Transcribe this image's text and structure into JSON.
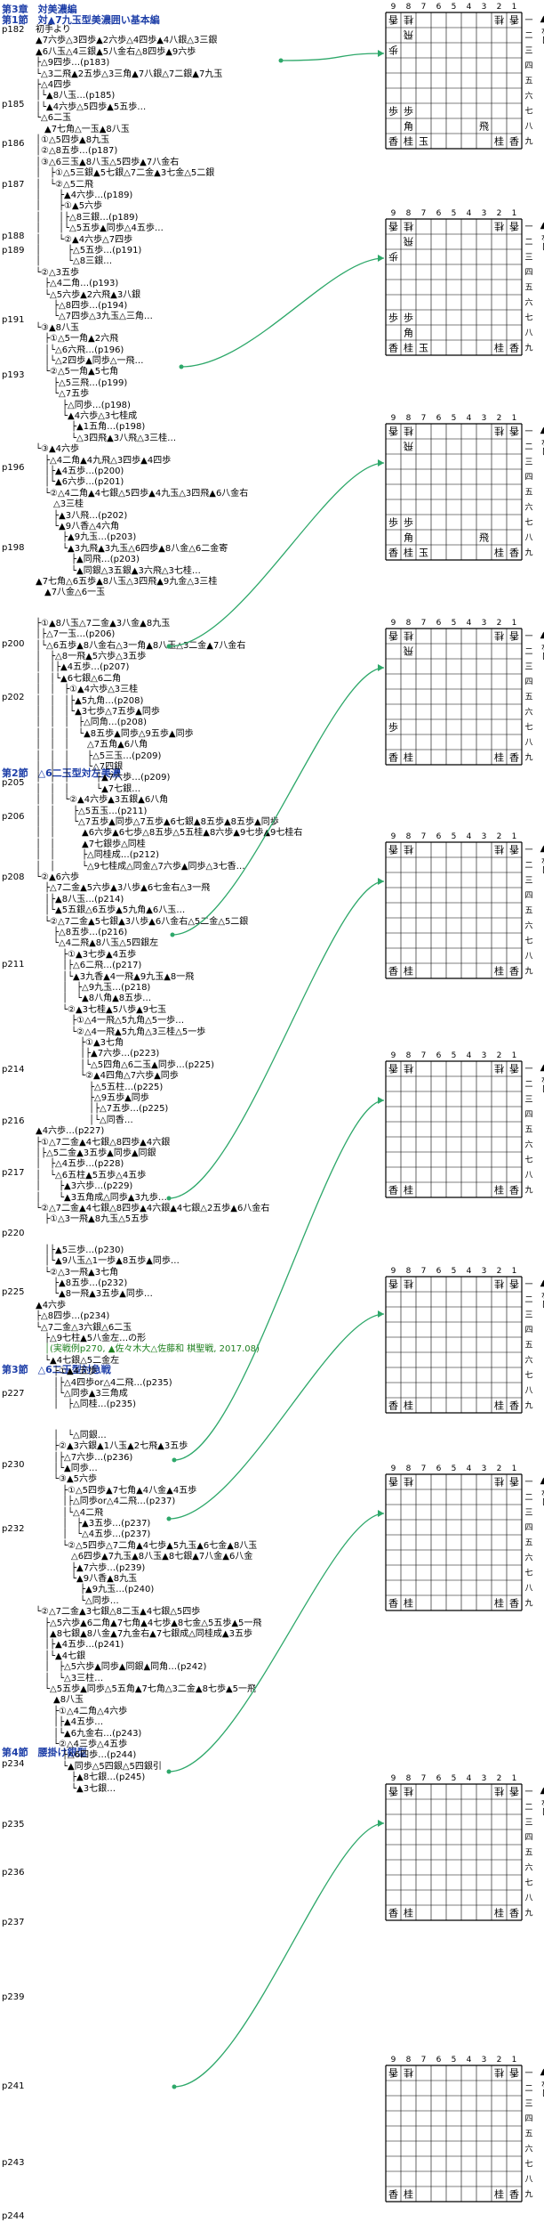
{
  "sections": [
    {
      "id": "s3-1a",
      "text": "第3章　対美濃編"
    },
    {
      "id": "s3-1b",
      "text": "第1節　対▲7九玉型美濃囲い基本編"
    },
    {
      "id": "s2",
      "text": "第2節　△6二玉型対左美濃"
    },
    {
      "id": "s3",
      "text": "第3節　△6二玉型対急戦"
    },
    {
      "id": "s4",
      "text": "第4節　腰掛け銀型"
    }
  ],
  "pages": [
    "p182",
    "p185",
    "p186",
    "p187",
    "p188",
    "p189",
    "p191",
    "p193",
    "p196",
    "p198",
    "p200",
    "p202",
    "p205",
    "p206",
    "p208",
    "p211",
    "p214",
    "p216",
    "p217",
    "p220",
    "p225",
    "p227",
    "p230",
    "p232",
    "p234",
    "p235",
    "p236",
    "p237",
    "p239",
    "p241",
    "p243",
    "p244"
  ],
  "lines": [
    "初手より",
    "▲7六歩△3四歩▲2六歩△4四歩▲4八銀△3三銀",
    "▲6八玉△4三銀▲5八金右△8四歩▲9六歩",
    "├△9四歩…(p183)",
    "└△3二飛▲2五歩△3三角▲7八銀△7二銀▲7九玉",
    "├△4四歩",
    "│└▲8八玉…(p185)",
    "│└▲4六歩△5四歩▲5五歩…",
    "└△6二玉",
    "　▲7七角△一玉▲8八玉",
    "│①△5四歩▲8九玉",
    "│②△8五歩…(p187)",
    "│③△6三玉▲8八玉△5四歩▲7八金右",
    "│　├①△5三銀▲5七銀△7二金▲3七金△5二銀",
    "│　└②△5二飛",
    "│　　├▲4六歩…(p189)",
    "│　　├①▲5六歩",
    "│　　│├△8三銀…(p189)",
    "│　　│└△5五歩▲同歩△4五歩…",
    "│　　└②▲4六歩△7四歩",
    "│　　　├△5五歩…(p191)",
    "│　　　└△8三銀…",
    "└②△3五歩",
    "　├△4二角…(p193)",
    "　└△5六歩▲2六飛▲3八銀",
    "　　├△8四歩…(p194)",
    "　　└△7四歩△3九玉△三角…",
    "└③▲8八玉",
    "　├①△5一角▲2六飛",
    "　│└△6六飛…(p196)",
    "　│└△2四歩▲同歩△一飛…",
    "　└②△5一角▲5七角",
    "　　├△5三飛…(p199)",
    "　　└△7五歩",
    "　　　├△同歩…(p198)",
    "　　　└▲4六歩△3七桂成",
    "　　　　├▲1五角…(p198)",
    "　　　　└△3四飛▲3八飛△3三桂…",
    "└③▲4六歩",
    "　├△4二角▲4九飛△3四歩▲4四歩",
    "　│├▲4五歩…(p200)",
    "　│└▲6六歩…(p201)",
    "　└②△4二角▲4七銀△5四歩▲4九玉△3四飛▲6八金右",
    "　　△3三桂",
    "　　├▲3八飛…(p202)",
    "　　└▲9八香△4六角",
    "　　　├▲9九玉…(p203)",
    "　　　└▲3九飛▲3九玉△6四歩▲8八金△6二金寄",
    "　　　　├▲同飛…(p203)",
    "　　　　└▲同銀△3五銀▲3六飛△3七桂…",
    "▲7七角△6五歩▲8八玉△3四飛▲9九金△3三桂",
    "　▲7八金△6一玉",
    "├①▲8八玉△7二金▲3八金▲8九玉",
    "│├△7一玉…(p206)",
    "│└△6五歩▲8八金右△3一角▲8八玉△3二金▲7八金右",
    "│　├△8一飛▲5六歩△3五歩",
    "│　│├▲4五歩…(p207)",
    "│　│└▲6七銀△6二角",
    "│　│　├①▲4六歩△3三桂",
    "│　│　│├▲5九角…(p208)",
    "│　│　│└▲3七歩△7五歩▲同歩",
    "│　│　│　├△同角…(p208)",
    "│　│　│　└▲8五歩▲同歩△9五歩▲同歩",
    "│　│　│　　△7五角▲6八角",
    "│　│　│　　├△5三玉…(p209)",
    "│　│　│　　└△7四銀",
    "│　│　│　　　├▲7六歩…(p209)",
    "│　│　│　　　└▲7七銀…",
    "│　│　└②▲4六歩▲3五銀▲6八角",
    "│　│　　├△5五玉…(p211)",
    "│　│　　└△7五歩▲同歩△7五歩▲6七銀▲8五歩▲8五歩▲同歩",
    "│　│　　　▲6六歩▲6七歩△8五歩△5五桂▲8六歩▲9七歩▲9七桂右",
    "│　│　　　▲7七銀歩△同桂",
    "│　│　　　├△同桂成…(p212)",
    "│　│　　　└△9七桂成△同金△7六歩▲同歩△3七香…",
    "└②▲6六歩",
    "　├△7二金▲5六歩▲3八歩▲6七金右△3一飛",
    "　│├▲8八玉…(p214)",
    "　│└▲5五銀△6五歩▲5九角▲6八玉…",
    "　└②△7二金▲5七銀▲3八歩▲6八金右△5二金△5二銀",
    "　　├△8五歩…(p216)",
    "　　└△4二飛▲8八玉△5四銀左",
    "　　　├①▲3七歩▲4五歩",
    "　　　│├△6二飛…(p217)",
    "　　　│└▲3九香▲4一飛▲9九玉▲8一飛",
    "　　　│　├△9九玉…(p218)",
    "　　　│　└▲8八角▲8五歩…",
    "　　　└②▲3七桂▲5八歩▲9七玉",
    "　　　　├①△4一飛△5九角△5一歩…",
    "　　　　└②△4一飛▲5九角△3三桂△5一歩",
    "　　　　　├①▲3七角",
    "　　　　　│├▲7六歩…(p223)",
    "　　　　　│└△5四角△6二玉▲同歩…(p225)",
    "　　　　　└②▲4四角△7六歩▲同歩",
    "　　　　　　├△5五柱…(p225)",
    "　　　　　　├△9五歩▲同歩",
    "　　　　　　│├△7五歩…(p225)",
    "　　　　　　│└△同香…",
    "▲4六歩…(p227)",
    "├①△7二金▲4七銀△8四歩▲4六銀",
    "│├△5二金▲3五歩▲同歩▲同銀",
    "│　├△4五歩…(p228)",
    "│　└△6五柱▲5五歩△4五歩",
    "│　　├▲3六歩…(p229)",
    "│　　└▲3五角成△同歩▲3九歩…",
    "└②△7二金▲4七銀△8四歩▲4六銀▲4七銀△2五歩▲6八金右",
    "　├①△3一飛▲8九玉△5五歩",
    "　│├▲5三歩…(p230)",
    "　│└▲9八玉△1一歩▲8五歩▲同歩…",
    "　└②△3一飛▲3七角",
    "　　├▲8五歩…(p232)",
    "　　└▲8一飛▲3五歩▲同歩…",
    "▲4六歩",
    "├△8四歩…(p234)",
    "└△7二金△3六銀△6二玉",
    "　├△9七柱▲5八金左…の形",
    "　│(実戦例p270, ▲佐々木大△佐藤和 棋聖戦, 2017.08)",
    "　└▲4七銀△5二金左",
    "　　├①▲4五歩",
    "　　│├△4四歩or△4二飛…(p235)",
    "　　│└△同歩▲3三角成",
    "　　│　├△同桂…(p235)",
    "　　│　└△同銀…",
    "　　├②▲3六銀▲1八玉▲2七飛▲3五歩",
    "　　│├△7六歩…(p236)",
    "　　│└▲同歩…",
    "　　└③▲5六歩",
    "　　　├①△5四歩▲7七角▲4八金▲4五歩",
    "　　　│├△同歩or△4二飛…(p237)",
    "　　　│└△4二飛",
    "　　　│　├▲3五歩…(p237)",
    "　　　│　└△4五歩…(p237)",
    "　　　└②△5四歩△7二角▲4七歩▲5九玉▲6七金▲8八玉",
    "　　　　△6四歩▲7九玉▲8八玉▲8七銀▲7八金▲6八金",
    "　　　　├▲7六歩…(p239)",
    "　　　　└▲9八香▲8九玉",
    "　　　　　├▲9九玉…(p240)",
    "　　　　　└△同歩…",
    "└②△7二金▲3七銀△8二玉▲4七銀△5四歩",
    "　├△5六歩▲6二角▲7七角▲4七歩▲8七金△5五歩▲5一飛",
    "　│▲8七銀▲8八金▲7九金右▲7七銀成△同桂成▲3五歩",
    "　│├▲4五歩…(p241)",
    "　│└▲4七銀",
    "　│　├△5六歩▲同歩▲同銀▲同角…(p242)",
    "　│　└△3三柱…",
    "　└△5五歩▲同歩△5五角▲7七角△3二金▲8七歩▲5一飛",
    "　　▲8八玉",
    "　　├①△4二角△4六歩",
    "　　│├▲4五歩…",
    "　　│└▲6九金右…(p243)",
    "　　└②△4三歩△4五歩",
    "　　　├△6四歩…(p244)",
    "　　　└▲同歩△5四銀△5四銀引",
    "　　　　├▲8七銀…(p245)",
    "　　　　└▲3七銀…"
  ],
  "board": {
    "files": [
      "9",
      "8",
      "7",
      "6",
      "5",
      "4",
      "3",
      "2",
      "1"
    ],
    "ranks": [
      "一",
      "二",
      "三",
      "四",
      "五",
      "六",
      "七",
      "八",
      "九"
    ],
    "side_label": "なし",
    "side_marker": "▲"
  },
  "boards": [
    {
      "id": "b1",
      "rows": [
        [
          "香",
          "桂",
          "",
          "",
          "",
          "",
          "",
          "桂",
          "香"
        ],
        [
          "",
          "飛",
          "",
          "",
          "",
          "",
          "",
          "",
          ""
        ],
        [
          "歩",
          "",
          "",
          "",
          "",
          "",
          "",
          "",
          ""
        ],
        [
          "",
          "",
          "",
          "",
          "",
          "",
          "",
          "",
          ""
        ],
        [
          "",
          "",
          "",
          "",
          "",
          "",
          "",
          "",
          ""
        ],
        [
          "",
          "",
          "",
          "",
          "",
          "",
          "",
          "",
          ""
        ],
        [
          "歩",
          "歩",
          "",
          "",
          "",
          "",
          "",
          "",
          ""
        ],
        [
          "",
          "角",
          "",
          "",
          "",
          "",
          "飛",
          "",
          ""
        ],
        [
          "香",
          "桂",
          "玉",
          "",
          "",
          "",
          "",
          "桂",
          "香"
        ]
      ]
    },
    {
      "id": "b2",
      "rows": [
        [
          "香",
          "桂",
          "",
          "",
          "",
          "",
          "",
          "桂",
          "香"
        ],
        [
          "",
          "飛",
          "",
          "",
          "",
          "",
          "",
          "",
          ""
        ],
        [
          "歩",
          "",
          "",
          "",
          "",
          "",
          "",
          "",
          ""
        ],
        [
          "",
          "",
          "",
          "",
          "",
          "",
          "",
          "",
          ""
        ],
        [
          "",
          "",
          "",
          "",
          "",
          "",
          "",
          "",
          ""
        ],
        [
          "",
          "",
          "",
          "",
          "",
          "",
          "",
          "",
          ""
        ],
        [
          "歩",
          "歩",
          "",
          "",
          "",
          "",
          "",
          "",
          ""
        ],
        [
          "",
          "角",
          "",
          "",
          "",
          "",
          "",
          "",
          ""
        ],
        [
          "香",
          "桂",
          "玉",
          "",
          "",
          "",
          "",
          "桂",
          "香"
        ]
      ]
    },
    {
      "id": "b3",
      "rows": [
        [
          "香",
          "桂",
          "",
          "",
          "",
          "",
          "",
          "桂",
          "香"
        ],
        [
          "",
          "飛",
          "",
          "",
          "",
          "",
          "",
          "",
          ""
        ],
        [
          "",
          "",
          "",
          "",
          "",
          "",
          "",
          "",
          ""
        ],
        [
          "",
          "",
          "",
          "",
          "",
          "",
          "",
          "",
          ""
        ],
        [
          "",
          "",
          "",
          "",
          "",
          "",
          "",
          "",
          ""
        ],
        [
          "",
          "",
          "",
          "",
          "",
          "",
          "",
          "",
          ""
        ],
        [
          "歩",
          "歩",
          "",
          "",
          "",
          "",
          "",
          "",
          ""
        ],
        [
          "",
          "角",
          "",
          "",
          "",
          "",
          "飛",
          "",
          ""
        ],
        [
          "香",
          "桂",
          "玉",
          "",
          "",
          "",
          "",
          "桂",
          "香"
        ]
      ]
    },
    {
      "id": "b4",
      "rows": [
        [
          "香",
          "桂",
          "",
          "",
          "",
          "",
          "",
          "桂",
          "香"
        ],
        [
          "",
          "飛",
          "",
          "",
          "",
          "",
          "",
          "",
          ""
        ],
        [
          "",
          "",
          "",
          "",
          "",
          "",
          "",
          "",
          ""
        ],
        [
          "",
          "",
          "",
          "",
          "",
          "",
          "",
          "",
          ""
        ],
        [
          "",
          "",
          "",
          "",
          "",
          "",
          "",
          "",
          ""
        ],
        [
          "",
          "",
          "",
          "",
          "",
          "",
          "",
          "",
          ""
        ],
        [
          "歩",
          "",
          "",
          "",
          "",
          "",
          "",
          "",
          ""
        ],
        [
          "",
          "",
          "",
          "",
          "",
          "",
          "",
          "",
          ""
        ],
        [
          "香",
          "桂",
          "",
          "",
          "",
          "",
          "",
          "桂",
          "香"
        ]
      ]
    },
    {
      "id": "b5",
      "rows": [
        [
          "香",
          "桂",
          "",
          "",
          "",
          "",
          "",
          "桂",
          "香"
        ],
        [
          "",
          "",
          "",
          "",
          "",
          "",
          "",
          "",
          ""
        ],
        [
          "",
          "",
          "",
          "",
          "",
          "",
          "",
          "",
          ""
        ],
        [
          "",
          "",
          "",
          "",
          "",
          "",
          "",
          "",
          ""
        ],
        [
          "",
          "",
          "",
          "",
          "",
          "",
          "",
          "",
          ""
        ],
        [
          "",
          "",
          "",
          "",
          "",
          "",
          "",
          "",
          ""
        ],
        [
          "",
          "",
          "",
          "",
          "",
          "",
          "",
          "",
          ""
        ],
        [
          "",
          "",
          "",
          "",
          "",
          "",
          "",
          "",
          ""
        ],
        [
          "香",
          "桂",
          "",
          "",
          "",
          "",
          "",
          "桂",
          "香"
        ]
      ]
    },
    {
      "id": "b6",
      "rows": [
        [
          "香",
          "桂",
          "",
          "",
          "",
          "",
          "",
          "桂",
          "香"
        ],
        [
          "",
          "",
          "",
          "",
          "",
          "",
          "",
          "",
          ""
        ],
        [
          "",
          "",
          "",
          "",
          "",
          "",
          "",
          "",
          ""
        ],
        [
          "",
          "",
          "",
          "",
          "",
          "",
          "",
          "",
          ""
        ],
        [
          "",
          "",
          "",
          "",
          "",
          "",
          "",
          "",
          ""
        ],
        [
          "",
          "",
          "",
          "",
          "",
          "",
          "",
          "",
          ""
        ],
        [
          "",
          "",
          "",
          "",
          "",
          "",
          "",
          "",
          ""
        ],
        [
          "",
          "",
          "",
          "",
          "",
          "",
          "",
          "",
          ""
        ],
        [
          "香",
          "桂",
          "",
          "",
          "",
          "",
          "",
          "桂",
          "香"
        ]
      ]
    },
    {
      "id": "b7",
      "rows": [
        [
          "香",
          "桂",
          "",
          "",
          "",
          "",
          "",
          "桂",
          "香"
        ],
        [
          "",
          "",
          "",
          "",
          "",
          "",
          "",
          "",
          ""
        ],
        [
          "",
          "",
          "",
          "",
          "",
          "",
          "",
          "",
          ""
        ],
        [
          "",
          "",
          "",
          "",
          "",
          "",
          "",
          "",
          ""
        ],
        [
          "",
          "",
          "",
          "",
          "",
          "",
          "",
          "",
          ""
        ],
        [
          "",
          "",
          "",
          "",
          "",
          "",
          "",
          "",
          ""
        ],
        [
          "",
          "",
          "",
          "",
          "",
          "",
          "",
          "",
          ""
        ],
        [
          "",
          "",
          "",
          "",
          "",
          "",
          "",
          "",
          ""
        ],
        [
          "香",
          "桂",
          "",
          "",
          "",
          "",
          "",
          "桂",
          "香"
        ]
      ]
    },
    {
      "id": "b8",
      "rows": [
        [
          "香",
          "桂",
          "",
          "",
          "",
          "",
          "",
          "桂",
          "香"
        ],
        [
          "",
          "",
          "",
          "",
          "",
          "",
          "",
          "",
          ""
        ],
        [
          "",
          "",
          "",
          "",
          "",
          "",
          "",
          "",
          ""
        ],
        [
          "",
          "",
          "",
          "",
          "",
          "",
          "",
          "",
          ""
        ],
        [
          "",
          "",
          "",
          "",
          "",
          "",
          "",
          "",
          ""
        ],
        [
          "",
          "",
          "",
          "",
          "",
          "",
          "",
          "",
          ""
        ],
        [
          "",
          "",
          "",
          "",
          "",
          "",
          "",
          "",
          ""
        ],
        [
          "",
          "",
          "",
          "",
          "",
          "",
          "",
          "",
          ""
        ],
        [
          "香",
          "桂",
          "",
          "",
          "",
          "",
          "",
          "桂",
          "香"
        ]
      ]
    },
    {
      "id": "b9",
      "rows": [
        [
          "香",
          "桂",
          "",
          "",
          "",
          "",
          "",
          "桂",
          "香"
        ],
        [
          "",
          "",
          "",
          "",
          "",
          "",
          "",
          "",
          ""
        ],
        [
          "",
          "",
          "",
          "",
          "",
          "",
          "",
          "",
          ""
        ],
        [
          "",
          "",
          "",
          "",
          "",
          "",
          "",
          "",
          ""
        ],
        [
          "",
          "",
          "",
          "",
          "",
          "",
          "",
          "",
          ""
        ],
        [
          "",
          "",
          "",
          "",
          "",
          "",
          "",
          "",
          ""
        ],
        [
          "",
          "",
          "",
          "",
          "",
          "",
          "",
          "",
          ""
        ],
        [
          "",
          "",
          "",
          "",
          "",
          "",
          "",
          "",
          ""
        ],
        [
          "香",
          "桂",
          "",
          "",
          "",
          "",
          "",
          "桂",
          "香"
        ]
      ]
    },
    {
      "id": "b10",
      "rows": [
        [
          "香",
          "桂",
          "",
          "",
          "",
          "",
          "",
          "桂",
          "香"
        ],
        [
          "",
          "",
          "",
          "",
          "",
          "",
          "",
          "",
          ""
        ],
        [
          "",
          "",
          "",
          "",
          "",
          "",
          "",
          "",
          ""
        ],
        [
          "",
          "",
          "",
          "",
          "",
          "",
          "",
          "",
          ""
        ],
        [
          "",
          "",
          "",
          "",
          "",
          "",
          "",
          "",
          ""
        ],
        [
          "",
          "",
          "",
          "",
          "",
          "",
          "",
          "",
          ""
        ],
        [
          "",
          "",
          "",
          "",
          "",
          "",
          "",
          "",
          ""
        ],
        [
          "",
          "",
          "",
          "",
          "",
          "",
          "",
          "",
          ""
        ],
        [
          "香",
          "桂",
          "",
          "",
          "",
          "",
          "",
          "桂",
          "香"
        ]
      ]
    }
  ]
}
